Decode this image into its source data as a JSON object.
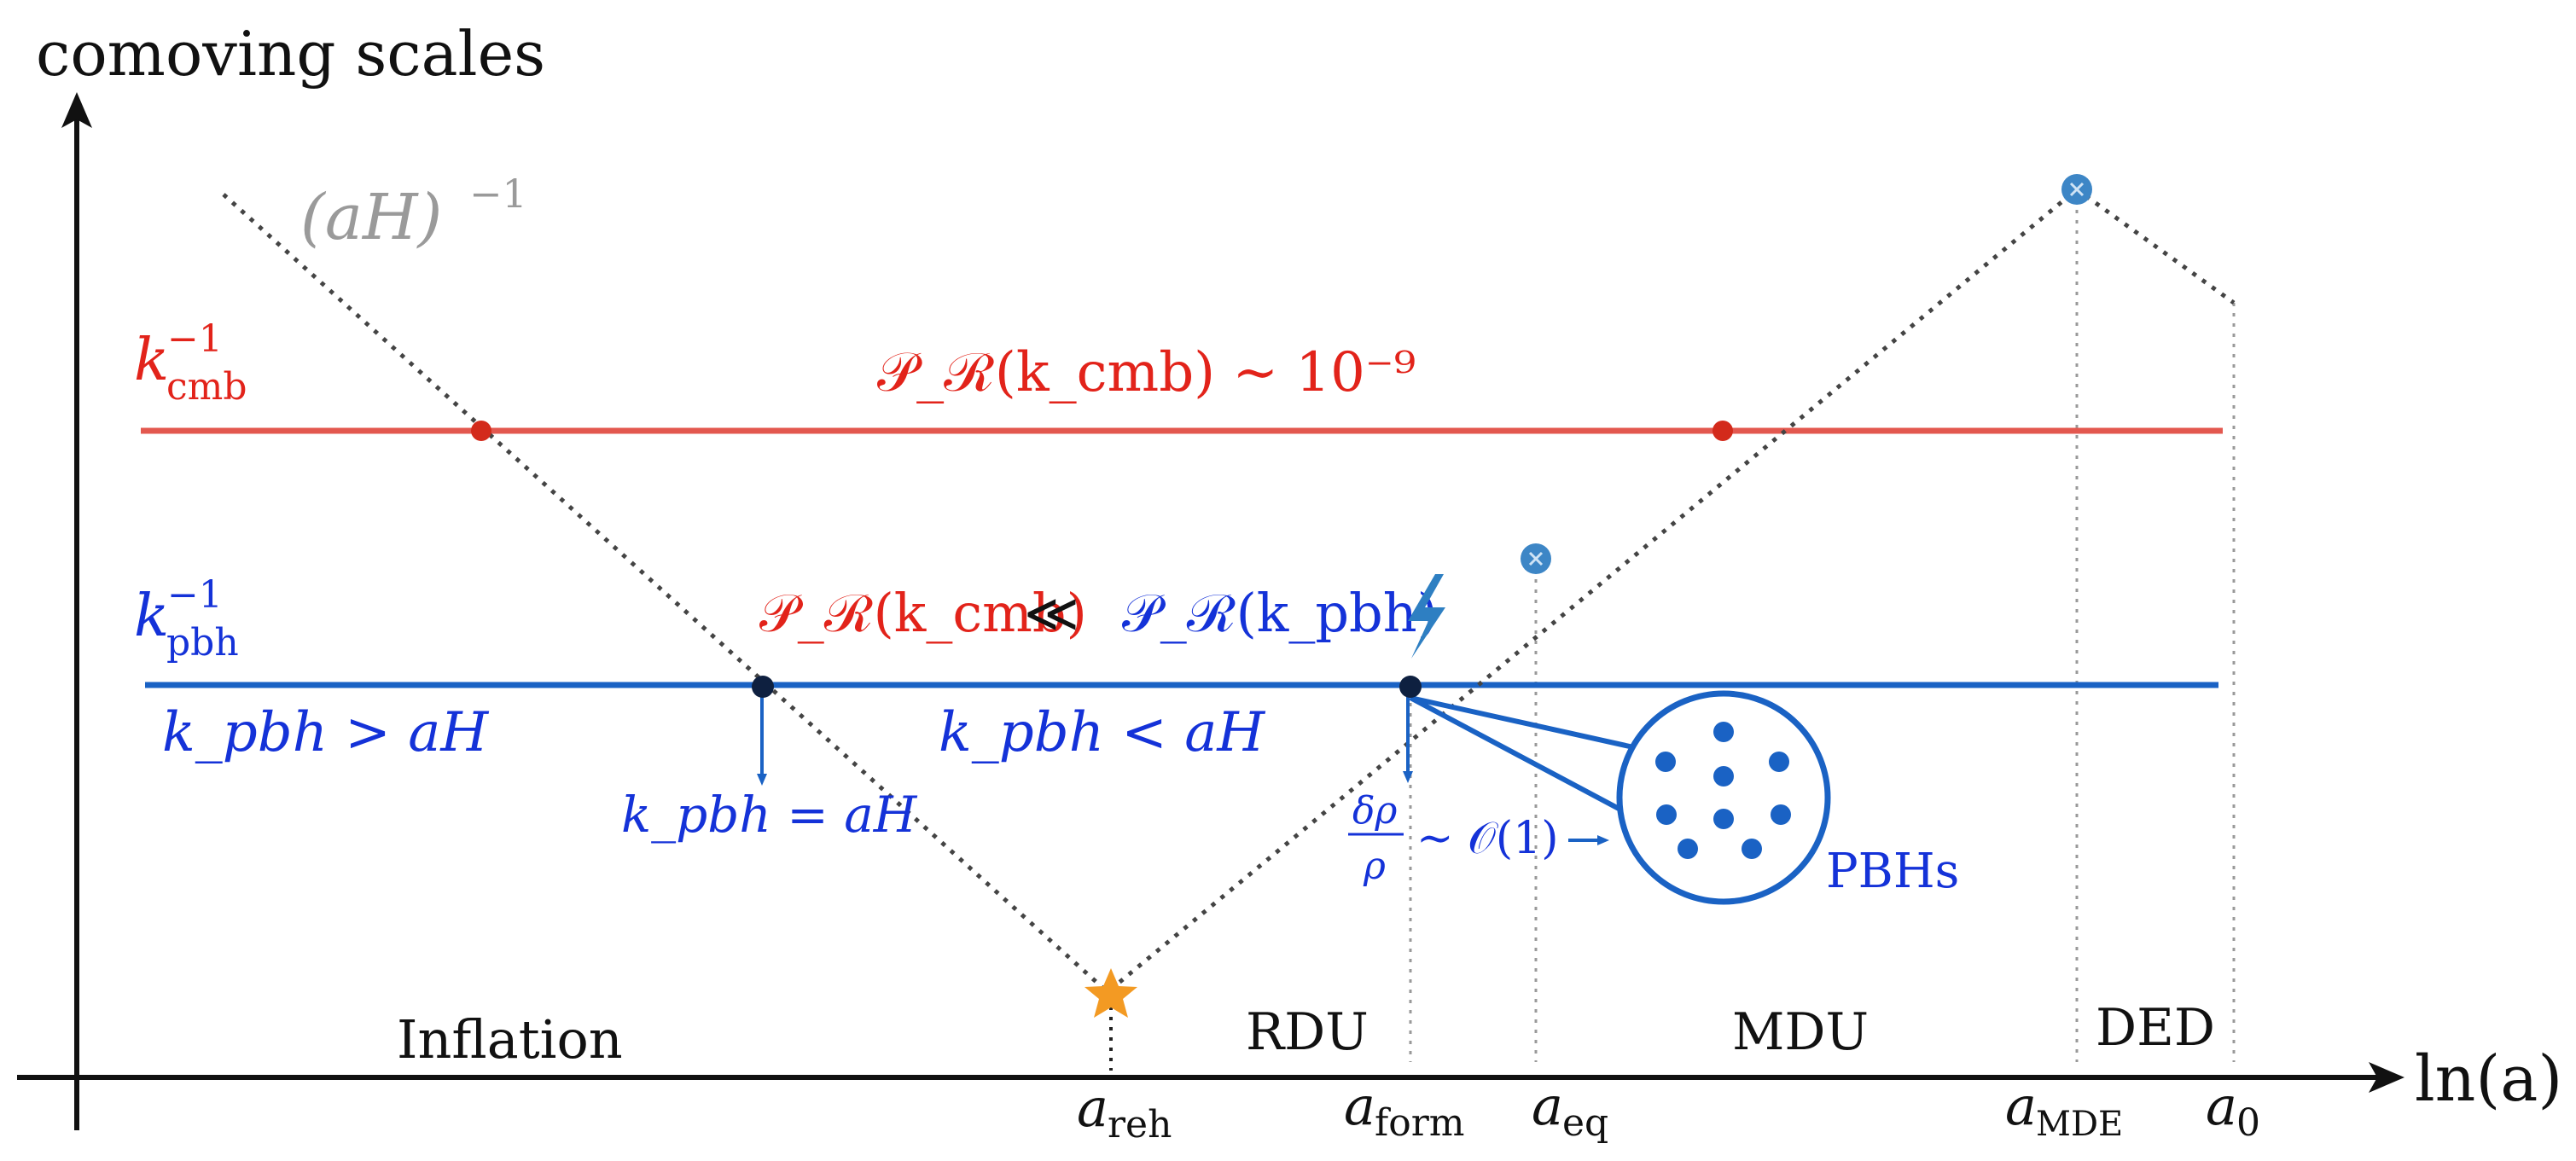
{
  "axes": {
    "y_label": "comoving scales",
    "x_label": "ln(a)"
  },
  "horizon_label": {
    "main": "(aH)",
    "sup": "−1"
  },
  "scales": {
    "cmb": {
      "name_base": "k",
      "name_sub": "cmb",
      "name_sup": "−1",
      "annotation": "𝒫_ℛ(k_cmb) ∼ 10⁻⁹",
      "color": "#e3584f"
    },
    "pbh": {
      "name_base": "k",
      "name_sub": "pbh",
      "name_sup": "−1",
      "comparison_left": "𝒫_ℛ(k_cmb)",
      "comparison_op": "≪",
      "comparison_right": "𝒫_ℛ(k_pbh)",
      "color": "#1a62c4"
    }
  },
  "annotations": {
    "superhorizon": "k_pbh > aH",
    "subhorizon": "k_pbh < aH",
    "crossing": "k_pbh = aH",
    "collapse": "δρ/ρ ∼ 𝒪(1)",
    "collapse_frac_num": "δρ",
    "collapse_frac_den": "ρ",
    "collapse_tail": "∼ 𝒪(1)",
    "pbh_label": "PBHs"
  },
  "epochs": [
    "Inflation",
    "RDU",
    "MDU",
    "DED"
  ],
  "x_ticks": [
    {
      "base": "a",
      "sub": "reh"
    },
    {
      "base": "a",
      "sub": "form"
    },
    {
      "base": "a",
      "sub": "eq"
    },
    {
      "base": "a",
      "sub": "MDE"
    },
    {
      "base": "a",
      "sub": "0"
    }
  ],
  "colors": {
    "axis": "#111111",
    "horizon_line": "#444444",
    "cmb_dot": "#d32a1b",
    "pbh_dot": "#0e2040",
    "marker_blue": "#3d86c6",
    "star": "#f39a23",
    "bolt": "#2e7fc2"
  },
  "icons": {
    "reheating": "star-icon",
    "collapse": "lightning-bolt-icon",
    "transition_marker": "crossed-circle-icon",
    "pbh_cluster": "circle-cluster-icon"
  }
}
